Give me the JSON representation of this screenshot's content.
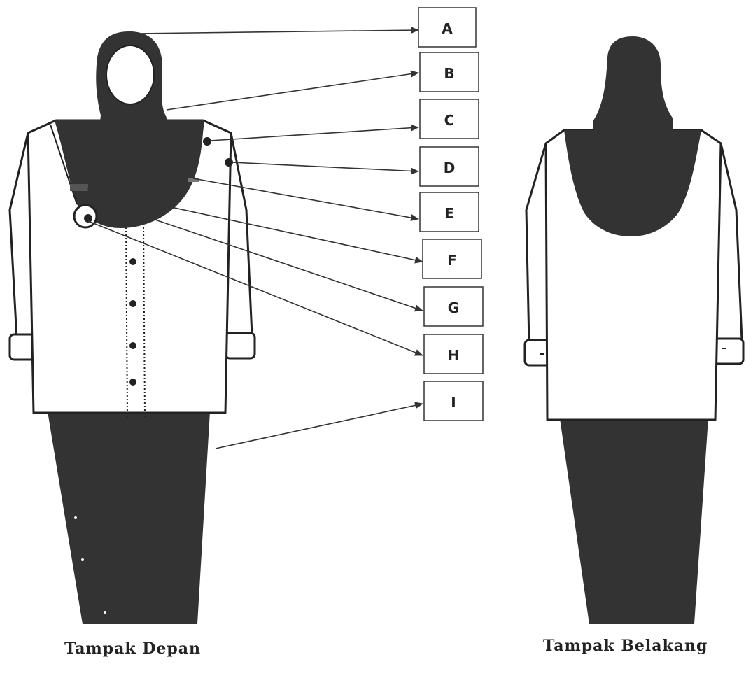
{
  "labels": [
    "A",
    "B",
    "C",
    "D",
    "E",
    "F",
    "G",
    "H",
    "I"
  ],
  "captions": {
    "front": "Tampak Depan",
    "back": "Tampak Belakang"
  },
  "colors": {
    "dark_fabric": "#333333",
    "outline": "#222222",
    "background": "#ffffff"
  }
}
